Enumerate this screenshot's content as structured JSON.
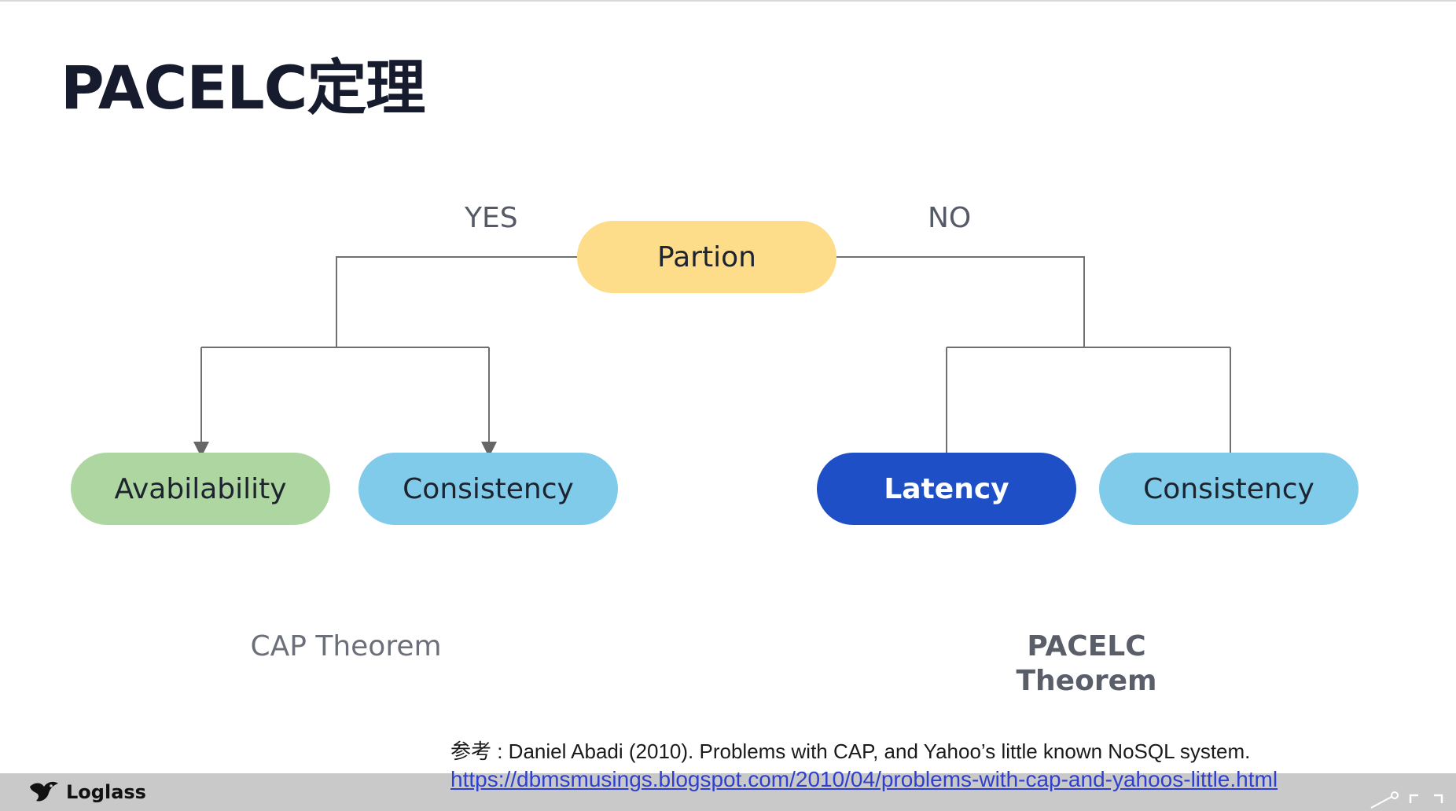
{
  "slide": {
    "title": "PACELC定理"
  },
  "diagram": {
    "yes_label": "YES",
    "no_label": "NO",
    "root": {
      "label": "Partion",
      "color": "#fddc8a"
    },
    "left_children": [
      {
        "label": "Avabilability",
        "color": "#aed6a0"
      },
      {
        "label": "Consistency",
        "color": "#7fcbe9"
      }
    ],
    "right_children": [
      {
        "label": "Latency",
        "color": "#1f4fc6"
      },
      {
        "label": "Consistency",
        "color": "#7fcbe9"
      }
    ],
    "left_caption": "CAP Theorem",
    "right_caption_line1": "PACELC",
    "right_caption_line2": "Theorem"
  },
  "footer": {
    "reference_text": "参考 : Daniel Abadi (2010). Problems with CAP, and Yahoo’s little known NoSQL system.",
    "reference_link": "https://dbmsmusings.blogspot.com/2010/04/problems-with-cap-and-yahoos-little.html",
    "brand": "Loglass",
    "link_color": "#2f3fd0"
  }
}
